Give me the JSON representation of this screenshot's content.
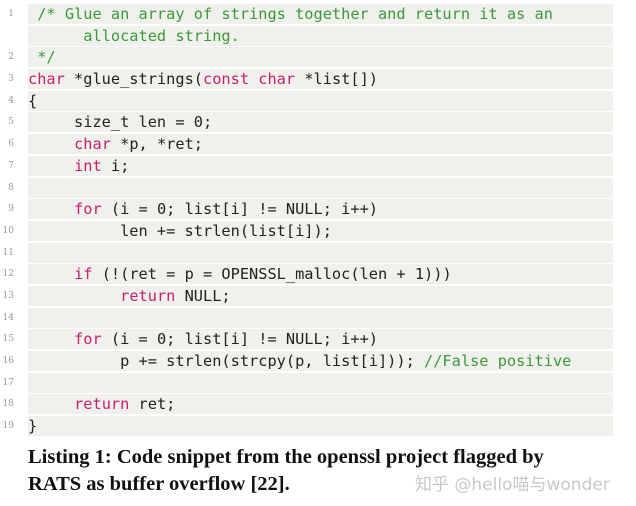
{
  "listing": {
    "lines": [
      {
        "num": "1",
        "segments": [
          {
            "t": " /* Glue an array of strings together and return it as an",
            "c": "cm"
          }
        ]
      },
      {
        "num": "",
        "segments": [
          {
            "t": "      allocated string.",
            "c": "cm"
          }
        ]
      },
      {
        "num": "2",
        "segments": [
          {
            "t": " */",
            "c": "cm"
          }
        ]
      },
      {
        "num": "3",
        "segments": [
          {
            "t": "char",
            "c": "kw"
          },
          {
            "t": " *glue_strings(",
            "c": "pl"
          },
          {
            "t": "const char",
            "c": "kw"
          },
          {
            "t": " *list[])",
            "c": "pl"
          }
        ]
      },
      {
        "num": "4",
        "segments": [
          {
            "t": "{",
            "c": "pl"
          }
        ]
      },
      {
        "num": "5",
        "segments": [
          {
            "t": "     size_t len = 0;",
            "c": "pl"
          }
        ]
      },
      {
        "num": "6",
        "segments": [
          {
            "t": "     ",
            "c": "pl"
          },
          {
            "t": "char",
            "c": "kw"
          },
          {
            "t": " *p, *ret;",
            "c": "pl"
          }
        ]
      },
      {
        "num": "7",
        "segments": [
          {
            "t": "     ",
            "c": "pl"
          },
          {
            "t": "int",
            "c": "kw"
          },
          {
            "t": " i;",
            "c": "pl"
          }
        ]
      },
      {
        "num": "8",
        "segments": []
      },
      {
        "num": "9",
        "segments": [
          {
            "t": "     ",
            "c": "pl"
          },
          {
            "t": "for",
            "c": "kw"
          },
          {
            "t": " (i = 0; list[i] != NULL; i++)",
            "c": "pl"
          }
        ]
      },
      {
        "num": "10",
        "segments": [
          {
            "t": "          len += strlen(list[i]);",
            "c": "pl"
          }
        ]
      },
      {
        "num": "11",
        "segments": []
      },
      {
        "num": "12",
        "segments": [
          {
            "t": "     ",
            "c": "pl"
          },
          {
            "t": "if",
            "c": "kw"
          },
          {
            "t": " (!(ret = p = OPENSSL_malloc(len + 1)))",
            "c": "pl"
          }
        ]
      },
      {
        "num": "13",
        "segments": [
          {
            "t": "          ",
            "c": "pl"
          },
          {
            "t": "return",
            "c": "kw"
          },
          {
            "t": " NULL;",
            "c": "pl"
          }
        ]
      },
      {
        "num": "14",
        "segments": []
      },
      {
        "num": "15",
        "segments": [
          {
            "t": "     ",
            "c": "pl"
          },
          {
            "t": "for",
            "c": "kw"
          },
          {
            "t": " (i = 0; list[i] != NULL; i++)",
            "c": "pl"
          }
        ]
      },
      {
        "num": "16",
        "segments": [
          {
            "t": "          p += strlen(strcpy(p, list[i])); ",
            "c": "pl"
          },
          {
            "t": "//False positive",
            "c": "cm"
          }
        ]
      },
      {
        "num": "17",
        "segments": []
      },
      {
        "num": "18",
        "segments": [
          {
            "t": "     ",
            "c": "pl"
          },
          {
            "t": "return",
            "c": "kw"
          },
          {
            "t": " ret;",
            "c": "pl"
          }
        ]
      },
      {
        "num": "19",
        "segments": [
          {
            "t": "}",
            "c": "pl"
          }
        ]
      }
    ]
  },
  "caption": {
    "line1": "Listing 1: Code snippet from the openssl project flagged by",
    "line2": "RATS as buffer overflow [22]."
  },
  "watermark": "知乎 @hello喵与wonder",
  "colors": {
    "keyword": "#c8206e",
    "comment": "#3a9a3a",
    "code_bg": "#f0f0ec"
  }
}
